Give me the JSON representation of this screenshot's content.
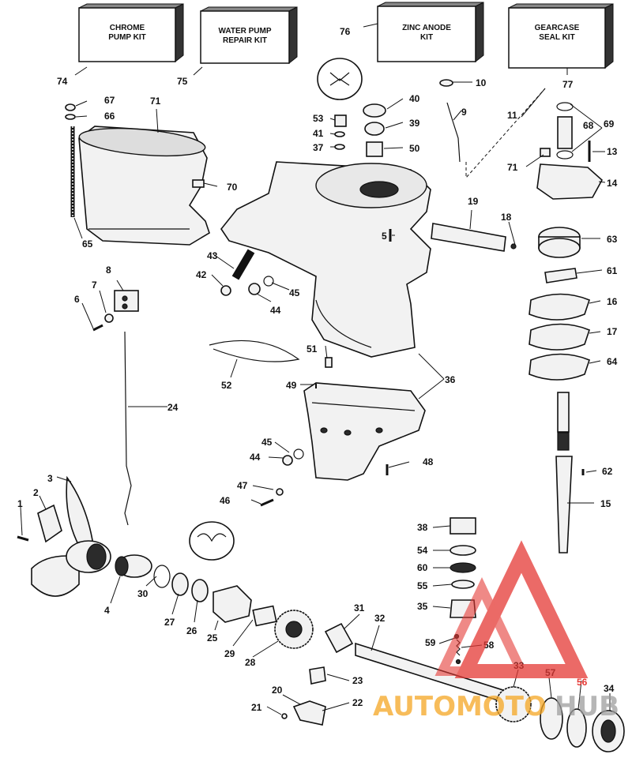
{
  "kits": [
    {
      "line1": "CHROME",
      "line2": "PUMP KIT",
      "number": "74"
    },
    {
      "line1": "WATER PUMP",
      "line2": "REPAIR KIT",
      "number": "75"
    },
    {
      "line1": "ZINC ANODE",
      "line2": "KIT",
      "number": "76"
    },
    {
      "line1": "GEARCASE",
      "line2": "SEAL KIT",
      "number": "77"
    }
  ],
  "callouts": [
    "1",
    "2",
    "3",
    "4",
    "5",
    "6",
    "7",
    "8",
    "9",
    "10",
    "11",
    "13",
    "14",
    "15",
    "16",
    "17",
    "18",
    "19",
    "20",
    "21",
    "22",
    "23",
    "24",
    "25",
    "26",
    "27",
    "28",
    "29",
    "30",
    "31",
    "32",
    "33",
    "34",
    "35",
    "36",
    "37",
    "38",
    "39",
    "40",
    "41",
    "42",
    "43",
    "44",
    "44",
    "45",
    "45",
    "46",
    "47",
    "48",
    "49",
    "50",
    "51",
    "52",
    "53",
    "54",
    "55",
    "56",
    "57",
    "58",
    "59",
    "60",
    "61",
    "62",
    "63",
    "64",
    "65",
    "66",
    "67",
    "68",
    "69",
    "70",
    "71",
    "71"
  ],
  "watermark": {
    "part1": "AUTOMOTO",
    "part2": "HUB",
    "color_red": "#e53935",
    "color_orange": "#f5a623",
    "color_gray": "#9e9e9e"
  }
}
